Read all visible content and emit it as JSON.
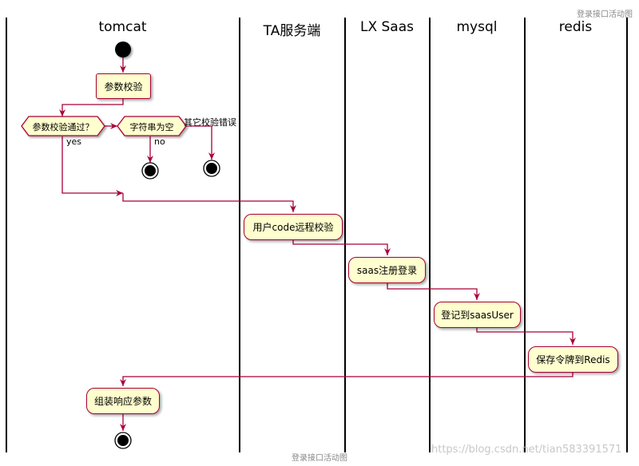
{
  "captions": {
    "top": "登录接口活动图",
    "bottom": "登录接口活动图",
    "watermark": "https://blog.csdn.net/tian583391571"
  },
  "lanes": [
    "tomcat",
    "TA服务端",
    "LX Saas",
    "mysql",
    "redis"
  ],
  "activities": {
    "param_check": "参数校验",
    "remote_check": "用户code远程校验",
    "saas_register": "saas注册登录",
    "register_user": "登记到saasUser",
    "save_token": "保存令牌到Redis",
    "assemble_response": "组装响应参数"
  },
  "decisions": {
    "param_pass": "参数校验通过？",
    "string_empty": "字符串为空"
  },
  "edge_labels": {
    "yes": "yes",
    "no": "no",
    "other_error": "其它校验错误"
  },
  "colors": {
    "line": "#A80036",
    "activity_fill": "#FEFECE",
    "lane_border": "#000000"
  }
}
